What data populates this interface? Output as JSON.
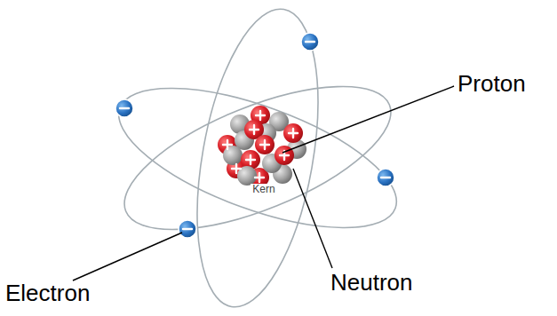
{
  "diagram": {
    "labels": [
      "Proton",
      "Kern",
      "Neutron",
      "Electron"
    ]
  }
}
